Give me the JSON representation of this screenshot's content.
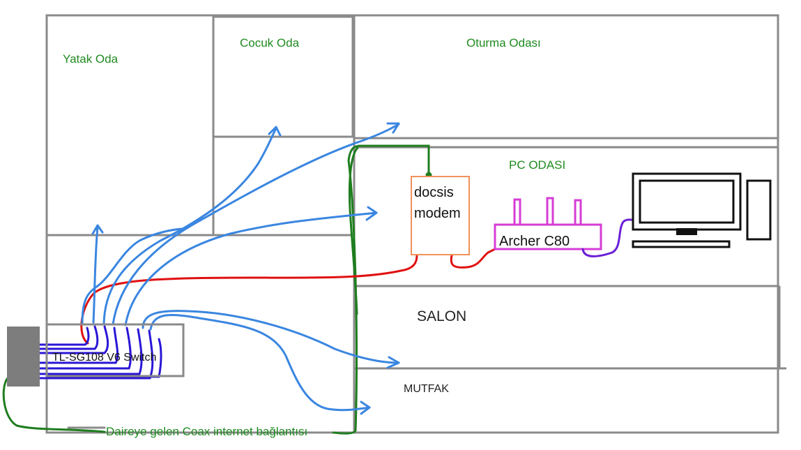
{
  "rooms": {
    "yatak_oda": "Yatak Oda",
    "cocuk_oda": "Cocuk Oda",
    "oturma_odasi": "Oturma Odası",
    "pc_odasi": "PC ODASI",
    "salon": "SALON",
    "mutfak": "MUTFAK"
  },
  "devices": {
    "modem_line1": "docsis",
    "modem_line2": "modem",
    "router": "Archer C80",
    "switch": "TL-SG108 V6 Switch"
  },
  "annotations": {
    "coax": "Daireye gelen Coax internet bağlantısı"
  },
  "colors": {
    "walls": "#8a8a8a",
    "label_green": "#1f8a1f",
    "coax_green": "#1e7d1e",
    "ethernet_red": "#e01010",
    "lan_blue": "#3a86e0",
    "patch_blue": "#2a16d6",
    "router_magenta": "#d63cd6",
    "modem_orange": "#f0915a",
    "pc_cable_purple": "#6a1fd6",
    "wall_jack_gray": "#7d7d7d"
  }
}
